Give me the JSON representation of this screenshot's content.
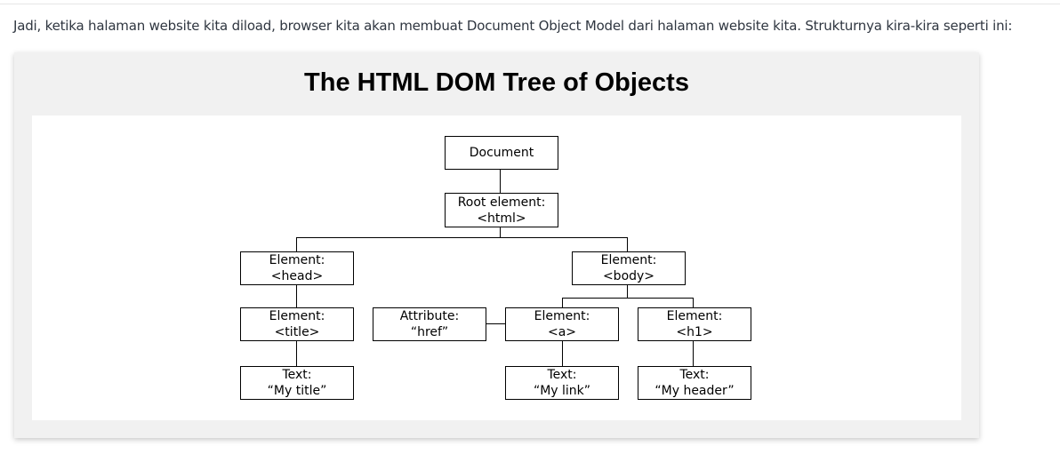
{
  "intro_text": "Jadi, ketika halaman website kita diload, browser kita akan membuat Document Object Model dari halaman website kita. Strukturnya kira-kira seperti ini:",
  "figure": {
    "title": "The HTML DOM Tree of Objects",
    "nodes": {
      "document": {
        "line1": "Document"
      },
      "root": {
        "line1": "Root element:",
        "line2": "<html>"
      },
      "head": {
        "line1": "Element:",
        "line2": "<head>"
      },
      "body": {
        "line1": "Element:",
        "line2": "<body>"
      },
      "title": {
        "line1": "Element:",
        "line2": "<title>"
      },
      "attribute": {
        "line1": "Attribute:",
        "line2": "“href”"
      },
      "a": {
        "line1": "Element:",
        "line2": "<a>"
      },
      "h1": {
        "line1": "Element:",
        "line2": "<h1>"
      },
      "text_title": {
        "line1": "Text:",
        "line2": "“My title”"
      },
      "text_link": {
        "line1": "Text:",
        "line2": "“My link”"
      },
      "text_header": {
        "line1": "Text:",
        "line2": "“My header”"
      }
    }
  }
}
